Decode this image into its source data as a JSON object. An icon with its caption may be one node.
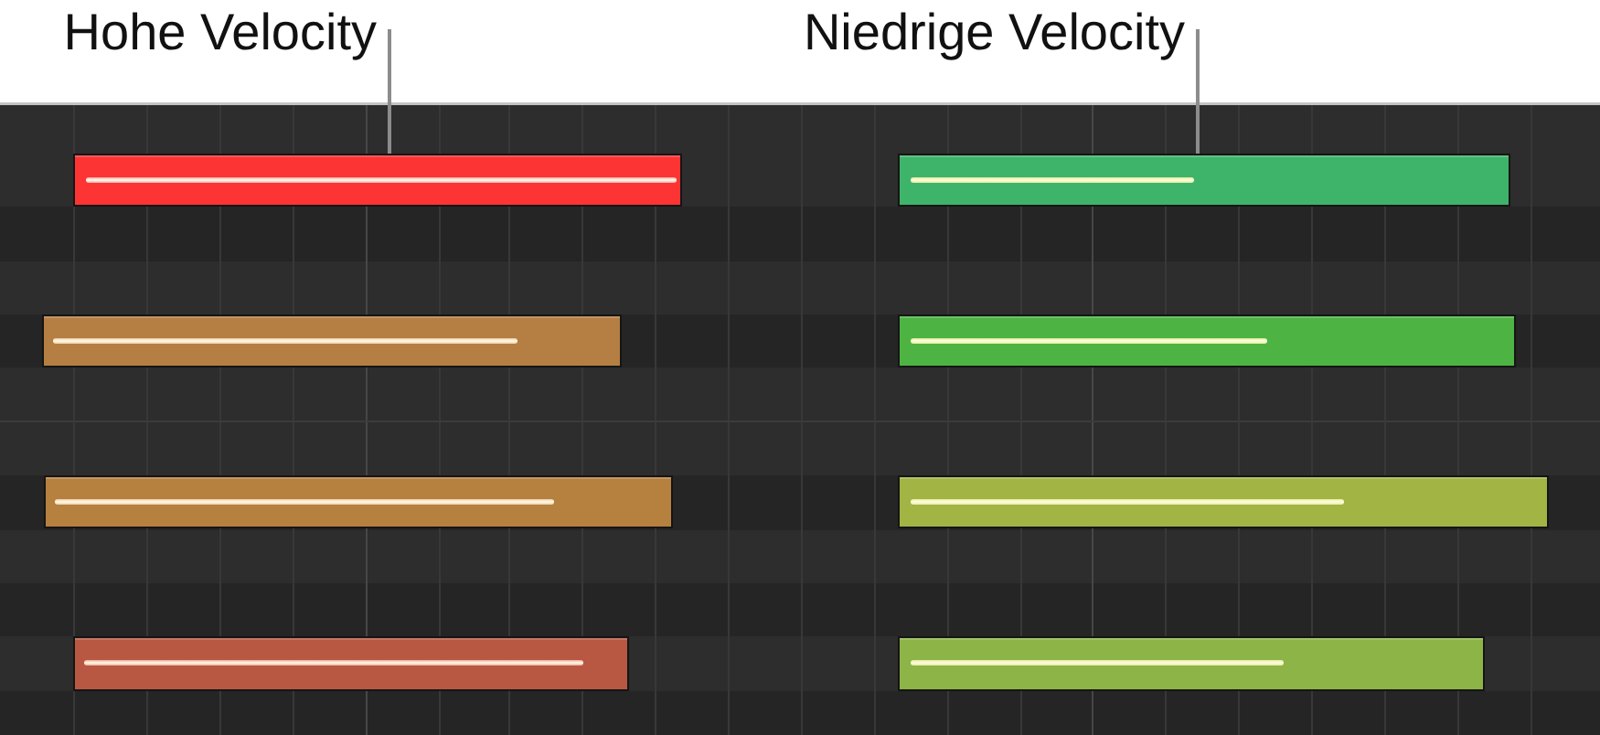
{
  "diagram": {
    "nodes": [
      {
        "text": [
          "Hohe Velocity"
        ]
      },
      {
        "text": [
          "Niedrige Velocity"
        ]
      },
      {
        "text": [],
        "shape": "bar"
      },
      {
        "text": [],
        "shape": "bar"
      },
      {
        "text": [],
        "shape": "bar"
      },
      {
        "text": [],
        "shape": "bar"
      },
      {
        "text": [],
        "shape": "bar"
      },
      {
        "text": [],
        "shape": "bar"
      },
      {
        "text": [],
        "shape": "bar"
      },
      {
        "text": [],
        "shape": "bar"
      }
    ],
    "edges": [
      {
        "from": 0,
        "to": 2,
        "arrow": "none"
      },
      {
        "from": 1,
        "to": 3,
        "arrow": "none"
      }
    ]
  }
}
